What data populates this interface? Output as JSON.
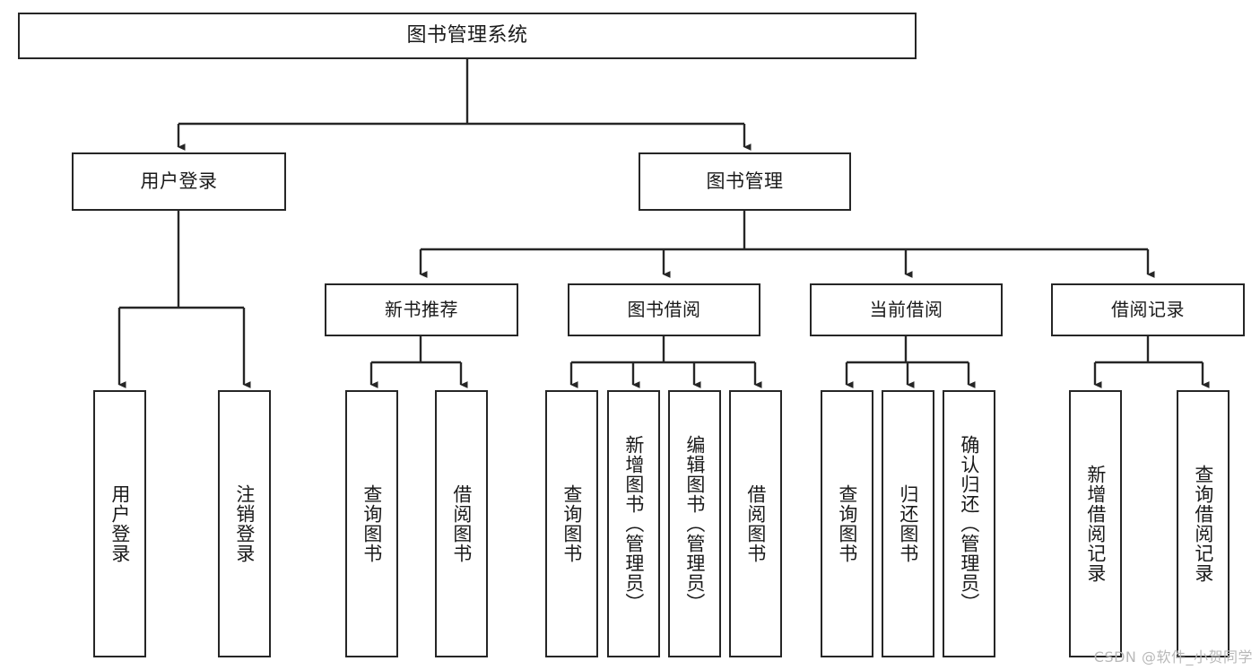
{
  "diagram": {
    "type": "tree-hierarchy",
    "title": "图书管理系统",
    "root": {
      "id": "root",
      "label": "图书管理系统"
    },
    "level2": [
      {
        "id": "user-login",
        "label": "用户登录"
      },
      {
        "id": "book-management",
        "label": "图书管理"
      }
    ],
    "level3": [
      {
        "id": "new-book-recommend",
        "label": "新书推荐",
        "parent": "book-management"
      },
      {
        "id": "book-borrow",
        "label": "图书借阅",
        "parent": "book-management"
      },
      {
        "id": "current-borrow",
        "label": "当前借阅",
        "parent": "book-management"
      },
      {
        "id": "borrow-record",
        "label": "借阅记录",
        "parent": "book-management"
      }
    ],
    "leaves": [
      {
        "id": "leaf-user-login",
        "label": "用户登录",
        "parent": "user-login"
      },
      {
        "id": "leaf-logout",
        "label": "注销登录",
        "parent": "user-login"
      },
      {
        "id": "leaf-query-book-1",
        "label": "查询图书",
        "parent": "new-book-recommend"
      },
      {
        "id": "leaf-borrow-book-1",
        "label": "借阅图书",
        "parent": "new-book-recommend"
      },
      {
        "id": "leaf-query-book-2",
        "label": "查询图书",
        "parent": "book-borrow"
      },
      {
        "id": "leaf-add-book",
        "label": "新增图书（管理员）",
        "parent": "book-borrow"
      },
      {
        "id": "leaf-edit-book",
        "label": "编辑图书（管理员）",
        "parent": "book-borrow"
      },
      {
        "id": "leaf-borrow-book-2",
        "label": "借阅图书",
        "parent": "book-borrow"
      },
      {
        "id": "leaf-query-book-3",
        "label": "查询图书",
        "parent": "current-borrow"
      },
      {
        "id": "leaf-return-book",
        "label": "归还图书",
        "parent": "current-borrow"
      },
      {
        "id": "leaf-confirm-return",
        "label": "确认归还（管理员）",
        "parent": "current-borrow"
      },
      {
        "id": "leaf-add-record",
        "label": "新增借阅记录",
        "parent": "borrow-record"
      },
      {
        "id": "leaf-query-record",
        "label": "查询借阅记录",
        "parent": "borrow-record"
      }
    ],
    "colors": {
      "stroke": "#262626",
      "fill": "#ffffff",
      "text": "#1a1a1a",
      "watermark": "#b9b9b9"
    }
  },
  "watermark": {
    "text": "CSDN @软件_小贺同学"
  }
}
